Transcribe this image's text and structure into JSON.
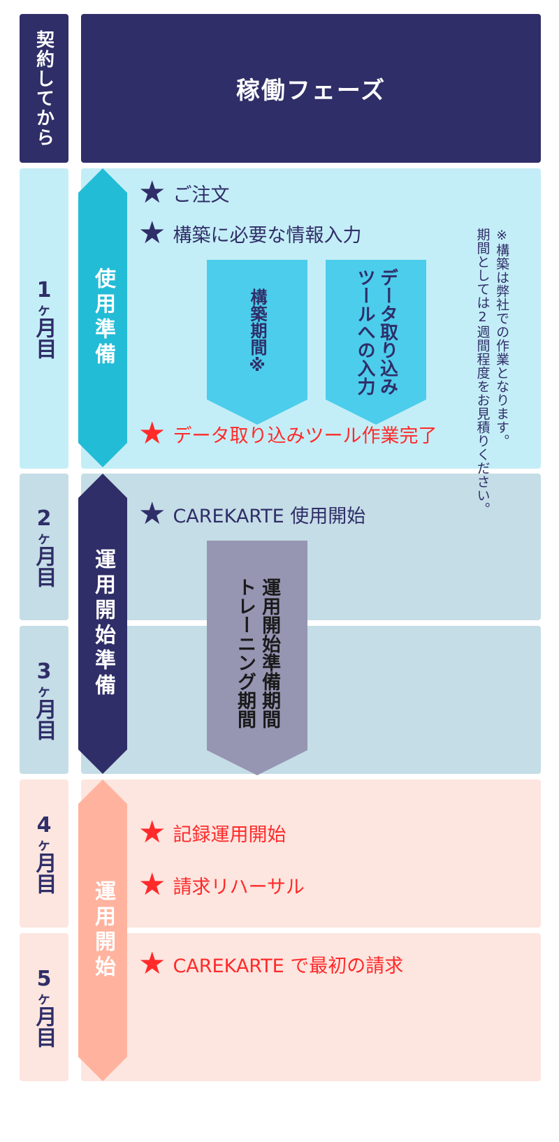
{
  "header": {
    "left_label": "契約してから",
    "title": "稼働フェーズ"
  },
  "months": [
    {
      "num": "1",
      "unit": "ヶ",
      "suffix": "月目"
    },
    {
      "num": "2",
      "unit": "ヶ",
      "suffix": "月目"
    },
    {
      "num": "3",
      "unit": "ヶ",
      "suffix": "月目"
    },
    {
      "num": "4",
      "unit": "ヶ",
      "suffix": "月目"
    },
    {
      "num": "5",
      "unit": "ヶ",
      "suffix": "月目"
    }
  ],
  "phases": [
    {
      "label": "使用準備"
    },
    {
      "label": "運用開始準備"
    },
    {
      "label": "運用開始"
    }
  ],
  "items": {
    "order": "ご注文",
    "info_input": "構築に必要な情報入力",
    "data_tool_done": "データ取り込みツール作業完了",
    "carekarte_start": "CAREKARTE 使用開始",
    "record_start": "記録運用開始",
    "billing_rehearsal": "請求リハーサル",
    "first_billing": "CAREKARTE で最初の請求"
  },
  "periods": {
    "build_line1": "構築期間",
    "build_line2": "※",
    "data_line1": "データ取り込み",
    "data_line2": "ツールへの入力",
    "training_line1": "運用開始準備期間",
    "training_line2": "トレーニング期間"
  },
  "note": {
    "line1": "※構築は弊社での作業となります。",
    "line2": "期間としては2週間程度をお見積りください。"
  },
  "colors": {
    "navy": "#2f2e68",
    "light_cyan": "#c4eef7",
    "cyan_arrow": "#23bcd6",
    "light_blue_gray": "#c5dde6",
    "light_pink": "#fde6e0",
    "salmon": "#ffb39e",
    "sky": "#4ccdec",
    "gray_purple": "#9696b3",
    "red": "#ff2a2a"
  }
}
